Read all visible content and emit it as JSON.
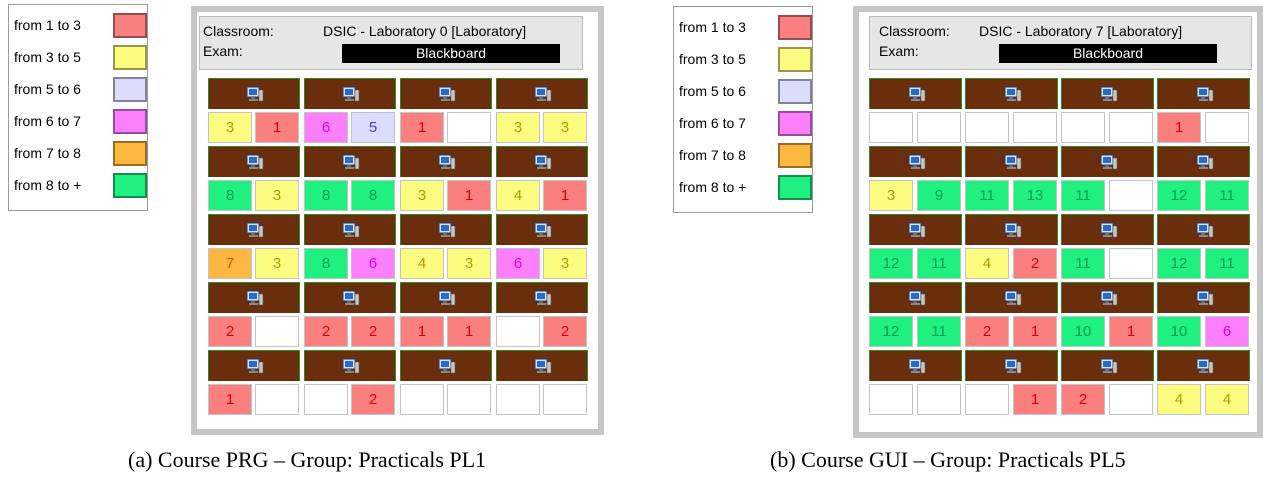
{
  "legend": {
    "items": [
      {
        "label": "from 1 to 3",
        "color": "#fa8080"
      },
      {
        "label": "from 3 to 5",
        "color": "#fcfc80"
      },
      {
        "label": "from 5 to 6",
        "color": "#dcdcfc"
      },
      {
        "label": "from 6 to 7",
        "color": "#fc80fc"
      },
      {
        "label": "from 7 to 8",
        "color": "#fcb840"
      },
      {
        "label": "from 8 to +",
        "color": "#20f080"
      }
    ]
  },
  "panel_a": {
    "classroom_label": "Classroom:",
    "classroom_value": "DSIC - Laboratory 0 [Laboratory]",
    "exam_label": "Exam:",
    "board_label": "Blackboard",
    "seat_rows": [
      [
        3,
        1,
        6,
        5,
        1,
        null,
        3,
        3
      ],
      [
        8,
        3,
        8,
        8,
        3,
        1,
        4,
        1
      ],
      [
        7,
        3,
        8,
        6,
        4,
        3,
        6,
        3
      ],
      [
        2,
        null,
        2,
        2,
        1,
        1,
        null,
        2
      ],
      [
        1,
        null,
        null,
        2,
        null,
        null,
        null,
        null
      ]
    ],
    "caption": "(a) Course PRG – Group: Practicals PL1"
  },
  "panel_b": {
    "classroom_label": "Classroom:",
    "classroom_value": "DSIC - Laboratory 7 [Laboratory]",
    "exam_label": "Exam:",
    "board_label": "Blackboard",
    "seat_rows": [
      [
        null,
        null,
        null,
        null,
        null,
        null,
        1,
        null
      ],
      [
        3,
        9,
        11,
        13,
        11,
        null,
        12,
        11
      ],
      [
        12,
        11,
        4,
        2,
        11,
        null,
        12,
        11
      ],
      [
        12,
        11,
        2,
        1,
        10,
        1,
        10,
        6
      ],
      [
        null,
        null,
        null,
        1,
        2,
        null,
        4,
        4
      ]
    ],
    "caption": "(b) Course GUI – Group: Practicals PL5"
  },
  "icons": {
    "desk": "computer-monitor-icon"
  },
  "colors": {
    "desk_brown": "#6b2e0d",
    "empty_seat": "#ffffff",
    "panel_border": "#c6c6c6"
  }
}
